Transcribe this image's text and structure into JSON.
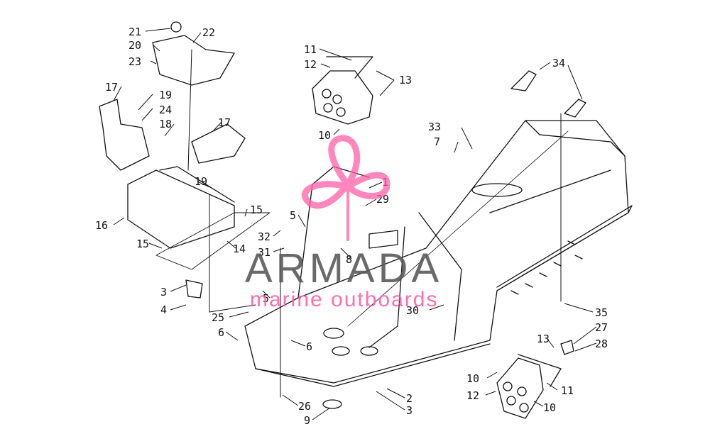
{
  "watermark": {
    "brand": "ARMADA",
    "tagline": "marine outboards",
    "accent_color": "#ff5fa8",
    "text_color": "#5a5a5a",
    "logo_icon": "propeller-logo-icon"
  },
  "callouts": [
    {
      "id": "c21a",
      "label": "21"
    },
    {
      "id": "c22",
      "label": "22"
    },
    {
      "id": "c20",
      "label": "20"
    },
    {
      "id": "c23",
      "label": "23"
    },
    {
      "id": "c11a",
      "label": "11"
    },
    {
      "id": "c12a",
      "label": "12"
    },
    {
      "id": "c13a",
      "label": "13"
    },
    {
      "id": "c10a",
      "label": "10"
    },
    {
      "id": "c34",
      "label": "34"
    },
    {
      "id": "c17a",
      "label": "17"
    },
    {
      "id": "c19a",
      "label": "19"
    },
    {
      "id": "c24",
      "label": "24"
    },
    {
      "id": "c18",
      "label": "18"
    },
    {
      "id": "c17b",
      "label": "17"
    },
    {
      "id": "c33",
      "label": "33"
    },
    {
      "id": "c7",
      "label": "7"
    },
    {
      "id": "c1",
      "label": "1"
    },
    {
      "id": "c29",
      "label": "29"
    },
    {
      "id": "c19b",
      "label": "19"
    },
    {
      "id": "c15a",
      "label": "15"
    },
    {
      "id": "c16",
      "label": "16"
    },
    {
      "id": "c15b",
      "label": "15"
    },
    {
      "id": "c14",
      "label": "14"
    },
    {
      "id": "c5a",
      "label": "5"
    },
    {
      "id": "c32",
      "label": "32"
    },
    {
      "id": "c31",
      "label": "31"
    },
    {
      "id": "c8",
      "label": "8"
    },
    {
      "id": "c3a",
      "label": "3"
    },
    {
      "id": "c4",
      "label": "4"
    },
    {
      "id": "c5b",
      "label": "5"
    },
    {
      "id": "c25",
      "label": "25"
    },
    {
      "id": "c30",
      "label": "30"
    },
    {
      "id": "c35",
      "label": "35"
    },
    {
      "id": "c6a",
      "label": "6"
    },
    {
      "id": "c6b",
      "label": "6"
    },
    {
      "id": "c13b",
      "label": "13"
    },
    {
      "id": "c27",
      "label": "27"
    },
    {
      "id": "c28",
      "label": "28"
    },
    {
      "id": "c10b",
      "label": "10"
    },
    {
      "id": "c11b",
      "label": "11"
    },
    {
      "id": "c12b",
      "label": "12"
    },
    {
      "id": "c10c",
      "label": "10"
    },
    {
      "id": "c2",
      "label": "2"
    },
    {
      "id": "c3b",
      "label": "3"
    },
    {
      "id": "c26",
      "label": "26"
    },
    {
      "id": "c9",
      "label": "9"
    }
  ]
}
